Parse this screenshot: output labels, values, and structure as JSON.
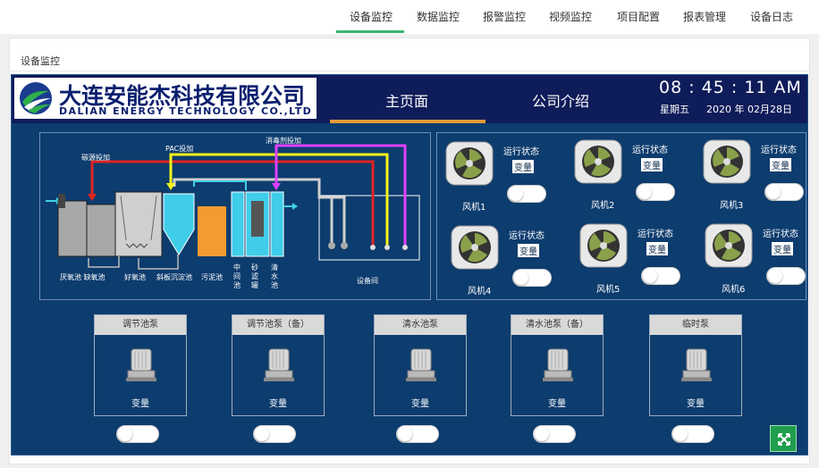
{
  "nav": {
    "items": [
      {
        "label": "设备监控"
      },
      {
        "label": "数据监控"
      },
      {
        "label": "报警监控"
      },
      {
        "label": "视频监控"
      },
      {
        "label": "项目配置"
      },
      {
        "label": "报表管理"
      },
      {
        "label": "设备日志"
      }
    ],
    "active_index": 0
  },
  "breadcrumb": "设备监控",
  "company": {
    "name_cn": "大连安能杰科技有限公司",
    "name_en": "DALIAN ENERGY TECHNOLOGY CO.,LTD"
  },
  "header_tabs": [
    {
      "label": "主页面"
    },
    {
      "label": "公司介绍"
    }
  ],
  "clock": {
    "time": "08 : 45 : 11 AM",
    "weekday": "星期五",
    "date": "2020 年 02月28日"
  },
  "process": {
    "labels": {
      "carbon_dosing": "碳源投加",
      "pac_dosing": "PAC投加",
      "disinfectant_dosing": "消毒剂投加",
      "anaerobic_anoxic": "厌氧池 缺氧池",
      "aerobic": "好氧池",
      "inclined_settling": "斜板沉淀池",
      "sludge": "污泥池",
      "intermediate": "中\n间\n池",
      "sand_filter": "砂\n滤\n罐",
      "clear_water": "清\n水\n池",
      "equipment_room": "设备间"
    }
  },
  "fans": [
    {
      "name": "风机1",
      "state_label": "运行状态",
      "mode": "变量"
    },
    {
      "name": "风机2",
      "state_label": "运行状态",
      "mode": "变量"
    },
    {
      "name": "风机3",
      "state_label": "运行状态",
      "mode": "变量"
    },
    {
      "name": "风机4",
      "state_label": "运行状态",
      "mode": "变量"
    },
    {
      "name": "风机5",
      "state_label": "运行状态",
      "mode": "变量"
    },
    {
      "name": "风机6",
      "state_label": "运行状态",
      "mode": "变量"
    }
  ],
  "pumps": [
    {
      "title": "调节池泵",
      "mode": "变量"
    },
    {
      "title": "调节池泵（备）",
      "mode": "变量"
    },
    {
      "title": "清水池泵",
      "mode": "变量"
    },
    {
      "title": "清水池泵（备）",
      "mode": "变量"
    },
    {
      "title": "临时泵",
      "mode": "变量"
    }
  ],
  "colors": {
    "nav_active": "#3cb371",
    "scada_bg": "#0d3c6e",
    "header_bg": "#0f1c5a",
    "tab_accent": "#e39a3a",
    "fullscreen_btn": "#1f9e4d",
    "carbon_line": "#e02424",
    "pac_line": "#f5f51a",
    "disinfectant_line": "#e040fb"
  },
  "icons": {
    "fullscreen": "expand-arrows-icon",
    "fan": "centrifugal-fan-icon",
    "pump": "vertical-pump-icon"
  }
}
